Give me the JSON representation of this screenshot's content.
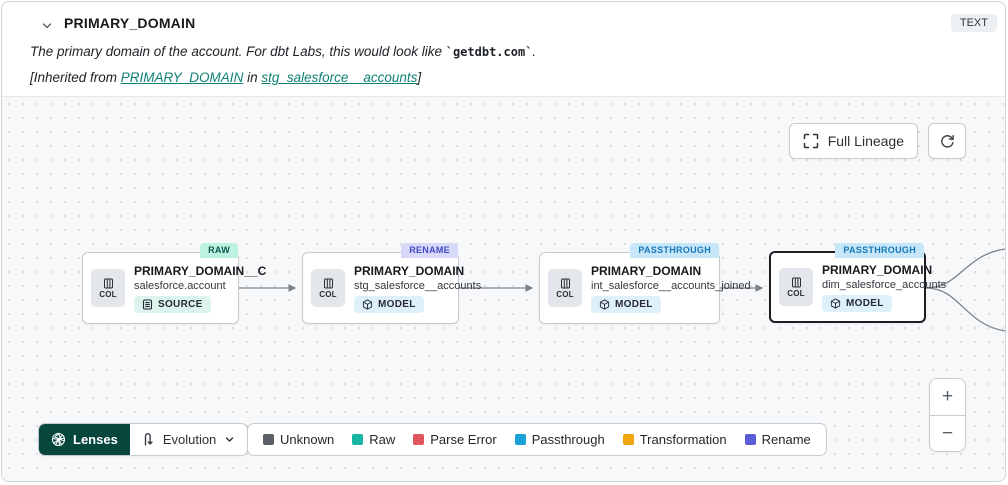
{
  "colors": {
    "link_teal": "#0e8174",
    "lenses_bg": "#07463d",
    "badge_raw_bg": "#bdf2e1",
    "badge_raw_text": "#0b5a4c",
    "badge_rename_bg": "#d7d9f8",
    "badge_rename_text": "#4547c9",
    "badge_passthrough_bg": "#c7e7f8",
    "badge_passthrough_text": "#1678b9",
    "tag_source_bg": "#dcf3ee",
    "tag_model_bg": "#def0fa"
  },
  "header": {
    "title": "PRIMARY_DOMAIN",
    "type_badge": "TEXT",
    "description": {
      "prefix": "The primary domain of the account. For dbt Labs, this would look like ",
      "code": "`getdbt.com`",
      "suffix": "."
    },
    "inherited": {
      "prefix": "[Inherited from ",
      "link_column": "PRIMARY_DOMAIN",
      "middle": " in ",
      "link_model": "stg_salesforce__accounts",
      "suffix": "]"
    }
  },
  "canvas": {
    "full_lineage_button": "Full Lineage",
    "nodes": [
      {
        "badge": "RAW",
        "title": "PRIMARY_DOMAIN__C",
        "subtitle": "salesforce.account",
        "tag": "SOURCE",
        "col_label": "COL"
      },
      {
        "badge": "RENAME",
        "title": "PRIMARY_DOMAIN",
        "subtitle": "stg_salesforce__accounts",
        "tag": "MODEL",
        "col_label": "COL"
      },
      {
        "badge": "PASSTHROUGH",
        "title": "PRIMARY_DOMAIN",
        "subtitle": "int_salesforce__accounts_joined",
        "tag": "MODEL",
        "col_label": "COL"
      },
      {
        "badge": "PASSTHROUGH",
        "title": "PRIMARY_DOMAIN",
        "subtitle": "dim_salesforce_accounts",
        "tag": "MODEL",
        "col_label": "COL"
      }
    ]
  },
  "footer": {
    "lenses_button": "Lenses",
    "lens_dropdown_value": "Evolution",
    "legend": [
      {
        "label": "Unknown",
        "color": "#5b6068"
      },
      {
        "label": "Raw",
        "color": "#19b5a3"
      },
      {
        "label": "Parse Error",
        "color": "#e1555f"
      },
      {
        "label": "Passthrough",
        "color": "#1a9fd9"
      },
      {
        "label": "Transformation",
        "color": "#f2a60d"
      },
      {
        "label": "Rename",
        "color": "#5a5cd8"
      }
    ],
    "zoom_in_label": "+",
    "zoom_out_label": "−"
  }
}
